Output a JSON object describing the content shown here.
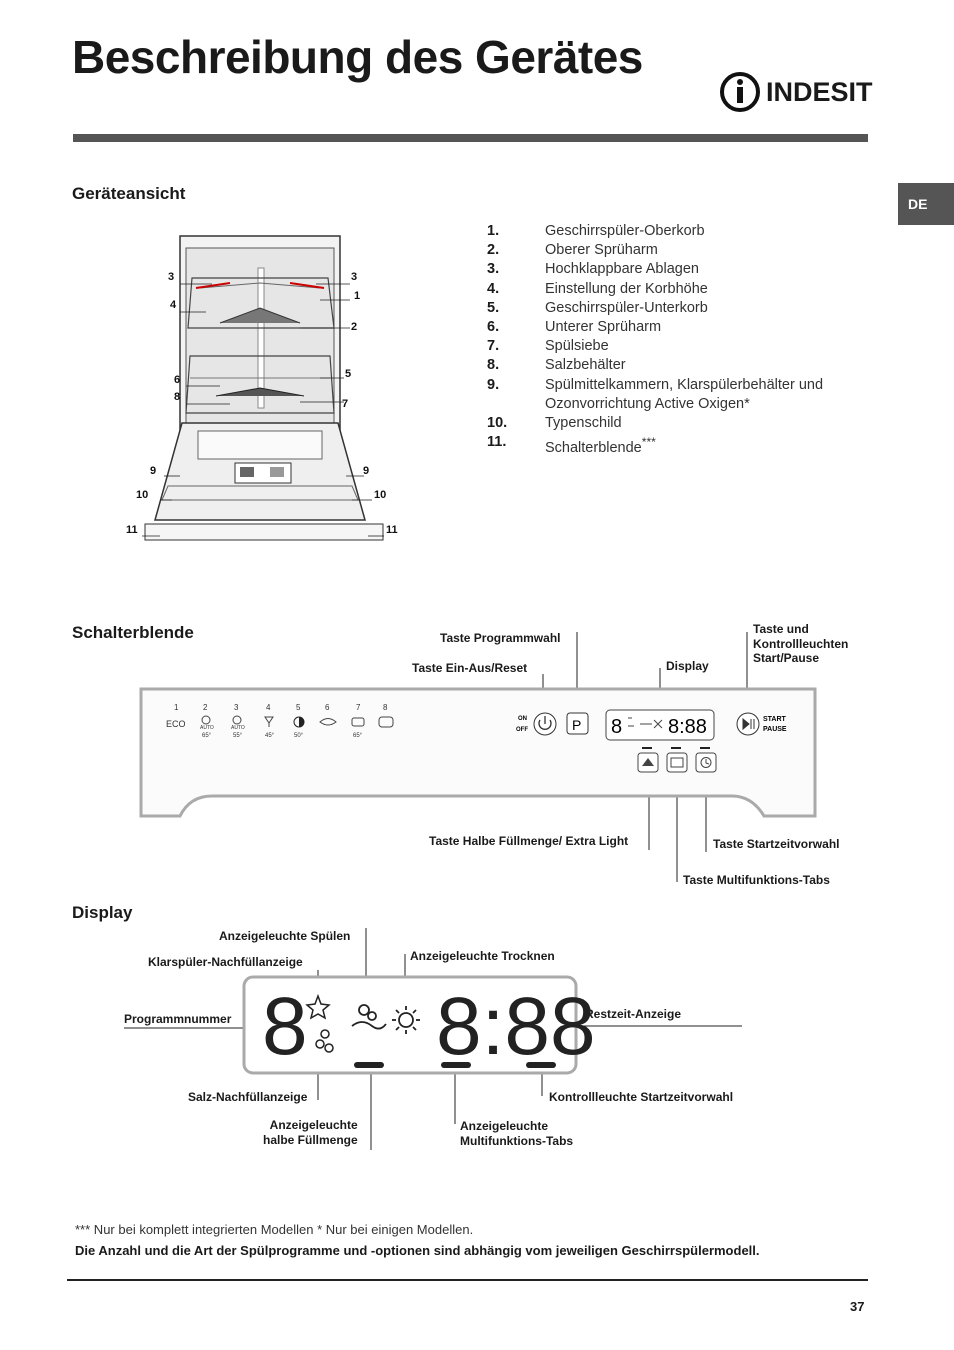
{
  "header": {
    "title": "Beschreibung des Gerätes",
    "brand": "INDESIT",
    "lang_tab": "DE"
  },
  "sections": {
    "view": "Geräteansicht",
    "panel": "Schalterblende",
    "display": "Display"
  },
  "parts": [
    {
      "num": "1.",
      "label": "Geschirrspüler-Oberkorb"
    },
    {
      "num": "2.",
      "label": "Oberer Sprüharm"
    },
    {
      "num": "3.",
      "label": "Hochklappbare Ablagen"
    },
    {
      "num": "4.",
      "label": "Einstellung der Korbhöhe"
    },
    {
      "num": "5.",
      "label": "Geschirrspüler-Unterkorb"
    },
    {
      "num": "6.",
      "label": "Unterer Sprüharm"
    },
    {
      "num": "7.",
      "label": "Spülsiebe"
    },
    {
      "num": "8.",
      "label": "Salzbehälter"
    },
    {
      "num": "9.",
      "label": "Spülmittelkammern, Klarspülerbehälter und",
      "label2": "Ozonvorrichtung Active Oxigen*"
    },
    {
      "num": "10.",
      "label": "Typenschild"
    },
    {
      "num": "11.",
      "label": "Schalterblende",
      "sup": "***"
    }
  ],
  "figure_callouts": {
    "left": [
      "3",
      "4",
      "6",
      "8",
      "9",
      "10",
      "11"
    ],
    "right": [
      "3",
      "1",
      "2",
      "5",
      "7",
      "9",
      "10",
      "11"
    ]
  },
  "panel_labels": {
    "program_select": "Taste Programmwahl",
    "on_off": "Taste Ein-Aus/Reset",
    "display": "Display",
    "start_pause_1": "Taste und",
    "start_pause_2": "Kontrollleuchten",
    "start_pause_3": "Start/Pause",
    "half_load": "Taste Halbe Füllmenge/ Extra Light",
    "delay": "Taste Startzeitvorwahl",
    "multi_tabs": "Taste Multifunktions-Tabs"
  },
  "panel_programs": [
    {
      "num": "1",
      "icon": "eco-text-icon",
      "label": "ECO",
      "temp": ""
    },
    {
      "num": "2",
      "icon": "auto-intensive-icon",
      "label": "AUTO",
      "temp": "65°"
    },
    {
      "num": "3",
      "icon": "auto-normal-icon",
      "label": "AUTO",
      "temp": "55°"
    },
    {
      "num": "4",
      "icon": "glass-icon",
      "label": "",
      "temp": "45°"
    },
    {
      "num": "5",
      "icon": "half-circle-icon",
      "label": "",
      "temp": "50°"
    },
    {
      "num": "6",
      "icon": "fish-icon",
      "label": "",
      "temp": ""
    },
    {
      "num": "7",
      "icon": "pan-icon",
      "label": "",
      "temp": "65°"
    },
    {
      "num": "8",
      "icon": "soak-icon",
      "label": "",
      "temp": ""
    }
  ],
  "panel_text": {
    "on": "ON",
    "off": "OFF",
    "p": "P",
    "start": "START",
    "pause": "PAUSE",
    "digit": "8",
    "time": "8:88"
  },
  "display_labels": {
    "rinse": "Anzeigeleuchte Spülen",
    "rinse_aid": "Klarspüler-Nachfüllanzeige",
    "drying": "Anzeigeleuchte Trocknen",
    "program_number": "Programmnummer",
    "remaining_time": "Restzeit-Anzeige",
    "salt": "Salz-Nachfüllanzeige",
    "delay_light": "Kontrollleuchte Startzeitvorwahl",
    "half_load_1": "Anzeigeleuchte",
    "half_load_2": "halbe Füllmenge",
    "multi_tabs_1": "Anzeigeleuchte",
    "multi_tabs_2": "Multifunktions-Tabs"
  },
  "footer": {
    "note_stars": "***",
    "note_full": " Nur bei komplett integrierten Modellen ",
    "note_star": "*",
    "note_some": " Nur bei einigen Modellen.",
    "bold_note": "Die Anzahl und die Art der Spülprogramme und -optionen sind abhängig vom jeweiligen Geschirrspülermodell.",
    "page": "37"
  }
}
